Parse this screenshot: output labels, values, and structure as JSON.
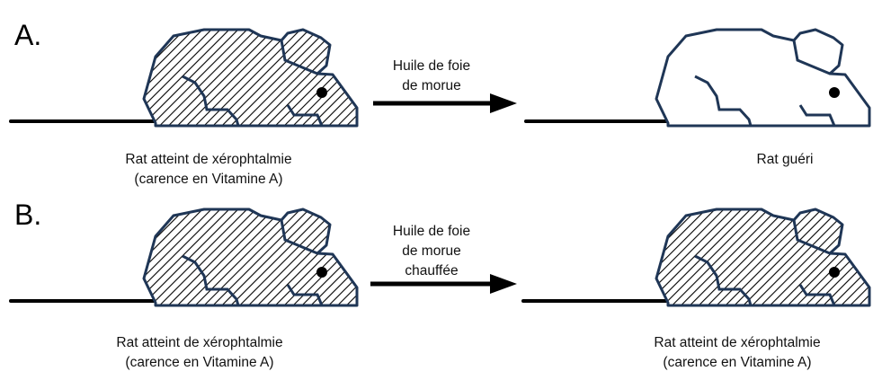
{
  "panels": [
    {
      "label": "A.",
      "left_caption": [
        "Rat atteint de xérophtalmie",
        "(carence en Vitamine A)"
      ],
      "treatment": [
        "Huile de foie",
        "de morue"
      ],
      "right_caption": [
        "Rat guéri"
      ],
      "right_rat_state": "healthy"
    },
    {
      "label": "B.",
      "left_caption": [
        "Rat atteint de xérophtalmie",
        "(carence en Vitamine A)"
      ],
      "treatment": [
        "Huile de foie",
        "de morue",
        "chauffée"
      ],
      "right_caption": [
        "Rat atteint de xérophtalmie",
        "(carence en Vitamine A)"
      ],
      "right_rat_state": "sick"
    }
  ],
  "colors": {
    "outline": "#1f3656",
    "hatch": "#000000",
    "arrow": "#000000"
  }
}
